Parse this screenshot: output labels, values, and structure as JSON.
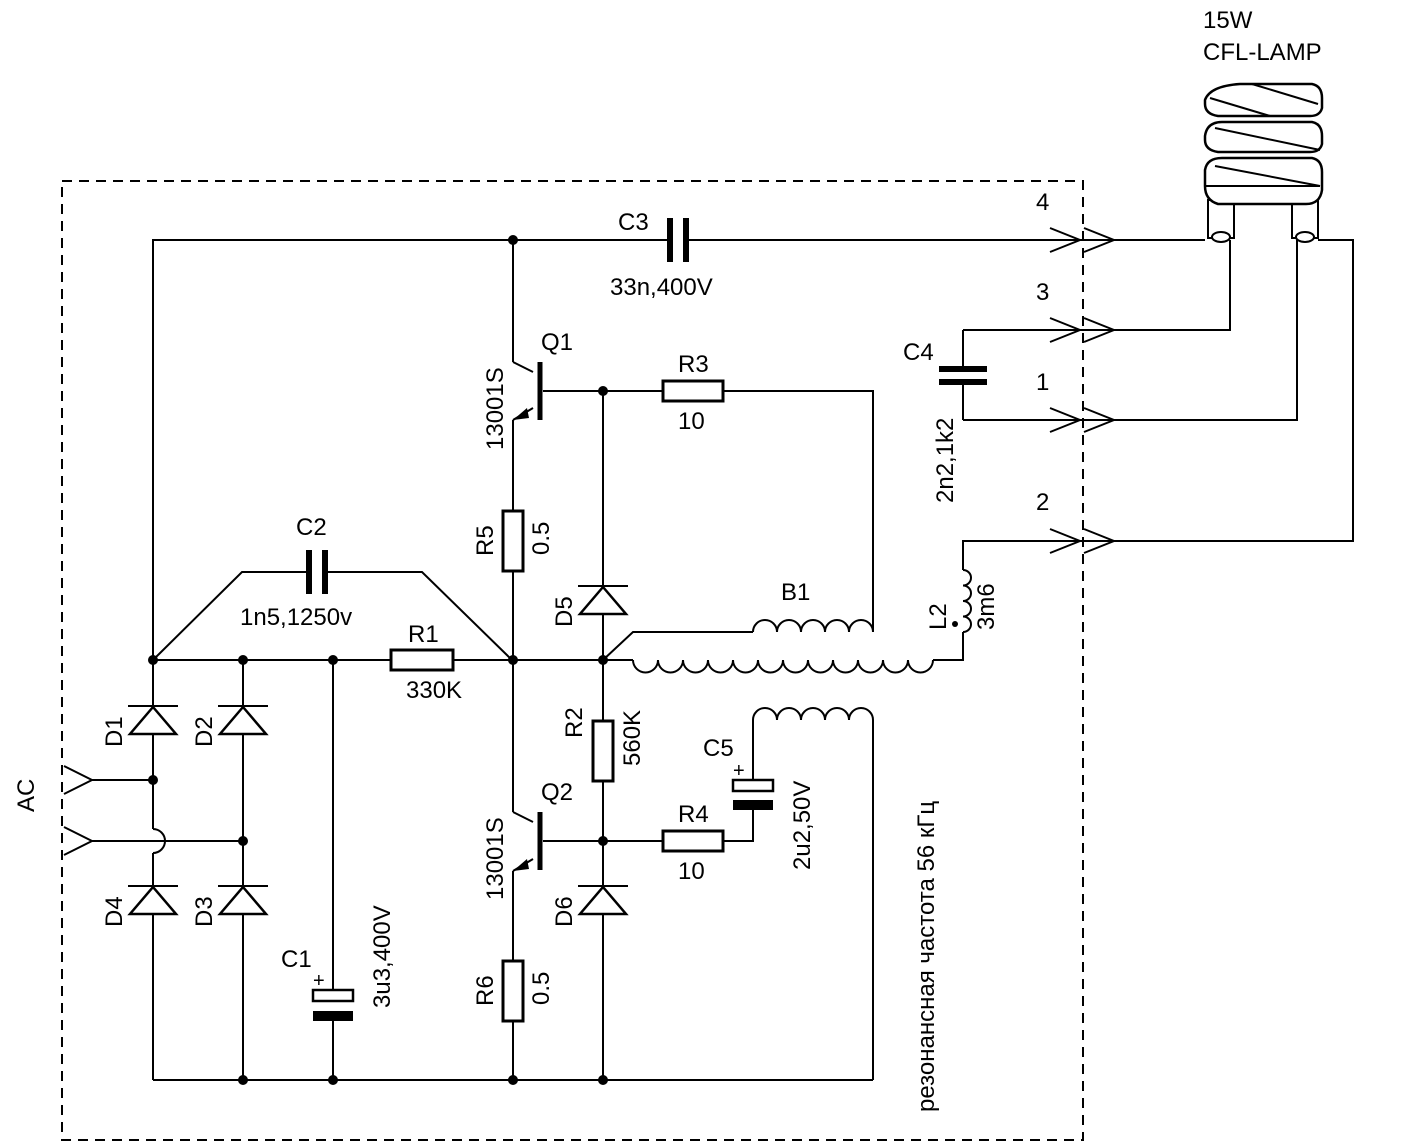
{
  "diagram": {
    "lamp": {
      "power": "15W",
      "type": "CFL-LAMP"
    },
    "supply": {
      "ac": "AC"
    },
    "components": {
      "C1": {
        "ref": "C1",
        "value": "3u3,400V"
      },
      "C2": {
        "ref": "C2",
        "value": "1n5,1250v"
      },
      "C3": {
        "ref": "C3",
        "value": "33n,400V"
      },
      "C4": {
        "ref": "C4",
        "value": "2n2,1k2"
      },
      "C5": {
        "ref": "C5",
        "value": "2u2,50V"
      },
      "R1": {
        "ref": "R1",
        "value": "330K"
      },
      "R2": {
        "ref": "R2",
        "value": "560K"
      },
      "R3": {
        "ref": "R3",
        "value": "10"
      },
      "R4": {
        "ref": "R4",
        "value": "10"
      },
      "R5": {
        "ref": "R5",
        "value": "0.5"
      },
      "R6": {
        "ref": "R6",
        "value": "0.5"
      },
      "Q1": {
        "ref": "Q1",
        "value": "13001S"
      },
      "Q2": {
        "ref": "Q2",
        "value": "13001S"
      },
      "D1": {
        "ref": "D1"
      },
      "D2": {
        "ref": "D2"
      },
      "D3": {
        "ref": "D3"
      },
      "D4": {
        "ref": "D4"
      },
      "D5": {
        "ref": "D5"
      },
      "D6": {
        "ref": "D6"
      },
      "B1": {
        "ref": "B1"
      },
      "L2": {
        "ref": "L2",
        "value": "3m6"
      }
    },
    "connectors": {
      "p1": "1",
      "p2": "2",
      "p3": "3",
      "p4": "4"
    },
    "note": "резонансная частота 56 кГц",
    "polarity": "+"
  }
}
